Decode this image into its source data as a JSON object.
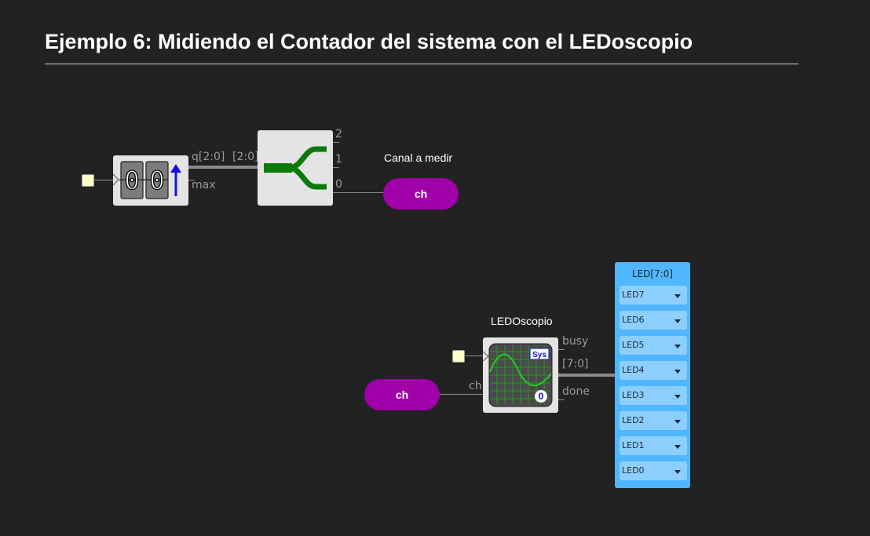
{
  "title": "Ejemplo 6: Midiendo el Contador del sistema con el LEDoscopio",
  "colors": {
    "background": "#222222",
    "pill": "#a000a8",
    "led_panel": "#4fb6ff",
    "split_arrow": "#0a7a0a",
    "scope_wave": "#22cc22"
  },
  "counter": {
    "icon": "counter-icon",
    "digits": [
      "0",
      "0"
    ],
    "outputs": [
      "q[2:0]",
      "max"
    ]
  },
  "splitter": {
    "icon": "bus-split-icon",
    "input": "[2:0]",
    "outputs": [
      "2",
      "1",
      "0"
    ]
  },
  "channel_out": {
    "caption": "Canal a medir",
    "label": "ch"
  },
  "ledoscope": {
    "caption": "LEDOscopio",
    "badge": "Sys",
    "counter": "0",
    "input": "ch",
    "outputs": [
      "busy",
      "[7:0]",
      "done"
    ]
  },
  "channel_in": {
    "label": "ch"
  },
  "led_panel": {
    "title": "LED[7:0]",
    "items": [
      "LED7",
      "LED6",
      "LED5",
      "LED4",
      "LED3",
      "LED2",
      "LED1",
      "LED0"
    ]
  }
}
